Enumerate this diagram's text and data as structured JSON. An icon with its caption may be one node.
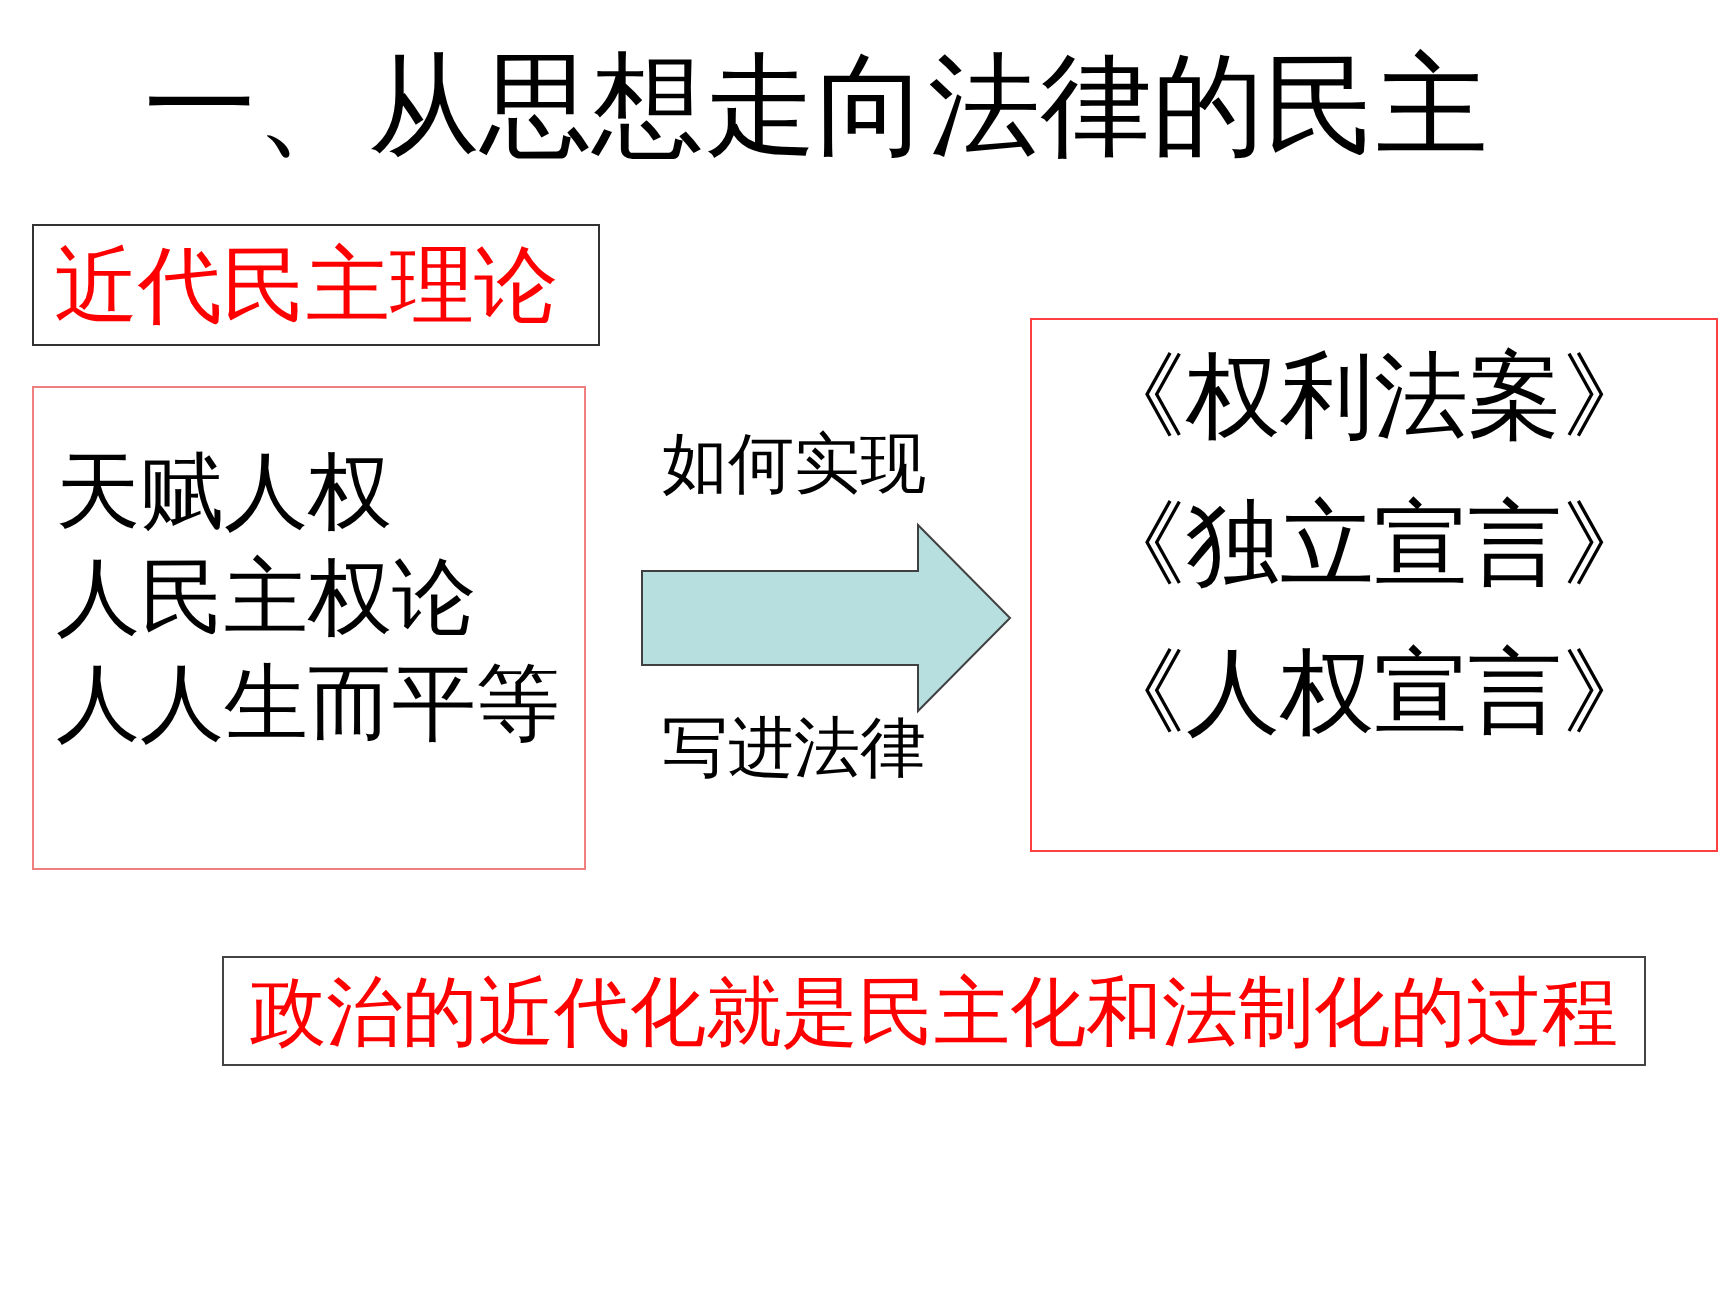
{
  "diagram": {
    "title": "一、从思想走向法律的民主",
    "nodes": [
      {
        "text": [
          "近代民主理论"
        ]
      },
      {
        "text": [
          "天赋人权",
          "人民主权论",
          "人人生而平等"
        ]
      },
      {
        "text": [
          "《权利法案》",
          "《独立宣言》",
          "《人权宣言》"
        ]
      },
      {
        "text": [
          "政治的近代化就是民主化和法制化的过程"
        ]
      }
    ],
    "edges": [
      {
        "from": 1,
        "to": 2,
        "arrow": "to"
      }
    ],
    "labels": [
      "如何实现",
      "写进法律"
    ]
  }
}
